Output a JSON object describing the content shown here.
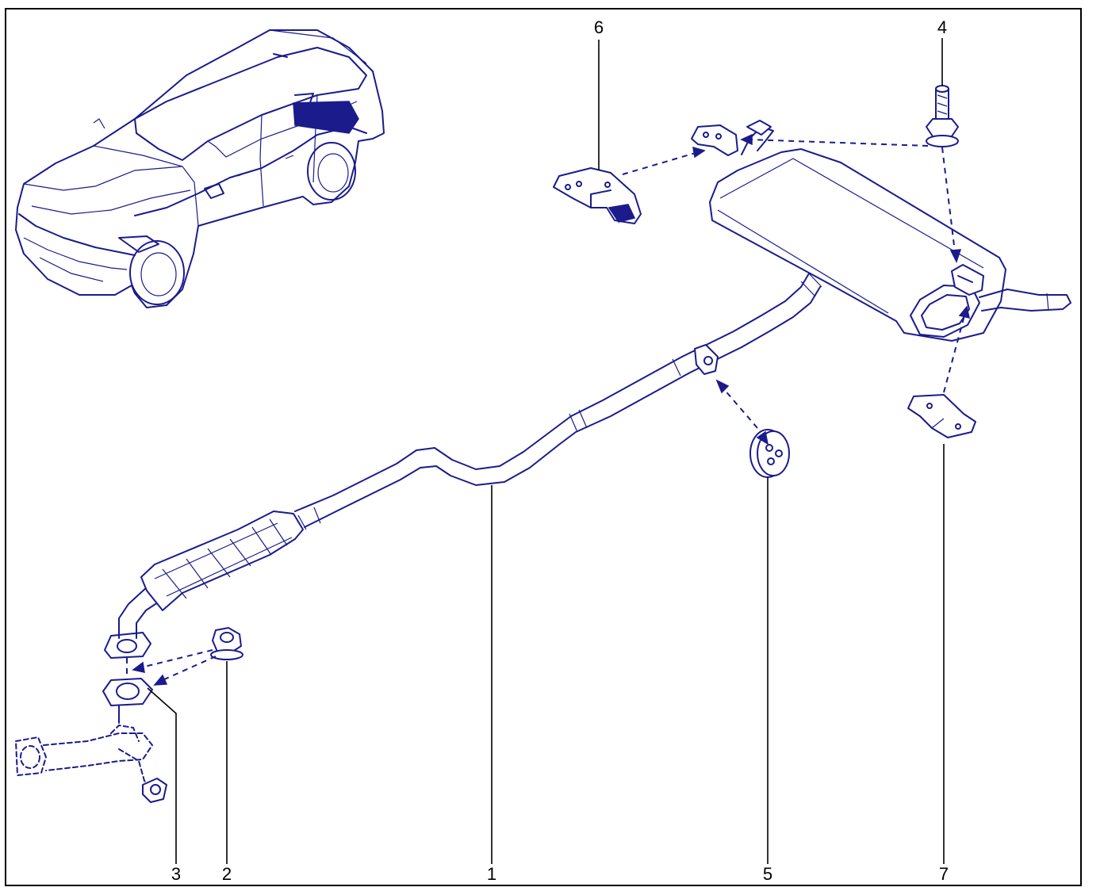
{
  "diagram": {
    "part_labels": [
      {
        "id": "1",
        "text": "1"
      },
      {
        "id": "2",
        "text": "2"
      },
      {
        "id": "3",
        "text": "3"
      },
      {
        "id": "4",
        "text": "4"
      },
      {
        "id": "5",
        "text": "5"
      },
      {
        "id": "6",
        "text": "6"
      },
      {
        "id": "7",
        "text": "7"
      }
    ],
    "colors": {
      "ink": "#1b1b8c",
      "leader": "#000000",
      "frame": "#000000",
      "background": "#ffffff"
    },
    "icons": [
      "car-icon",
      "exhaust-system-icon",
      "muffler-icon",
      "catalytic-converter-icon",
      "hanger-bracket-icon",
      "rubber-mount-icon",
      "bolt-icon",
      "nut-icon",
      "gasket-icon",
      "front-pipe-icon"
    ]
  }
}
